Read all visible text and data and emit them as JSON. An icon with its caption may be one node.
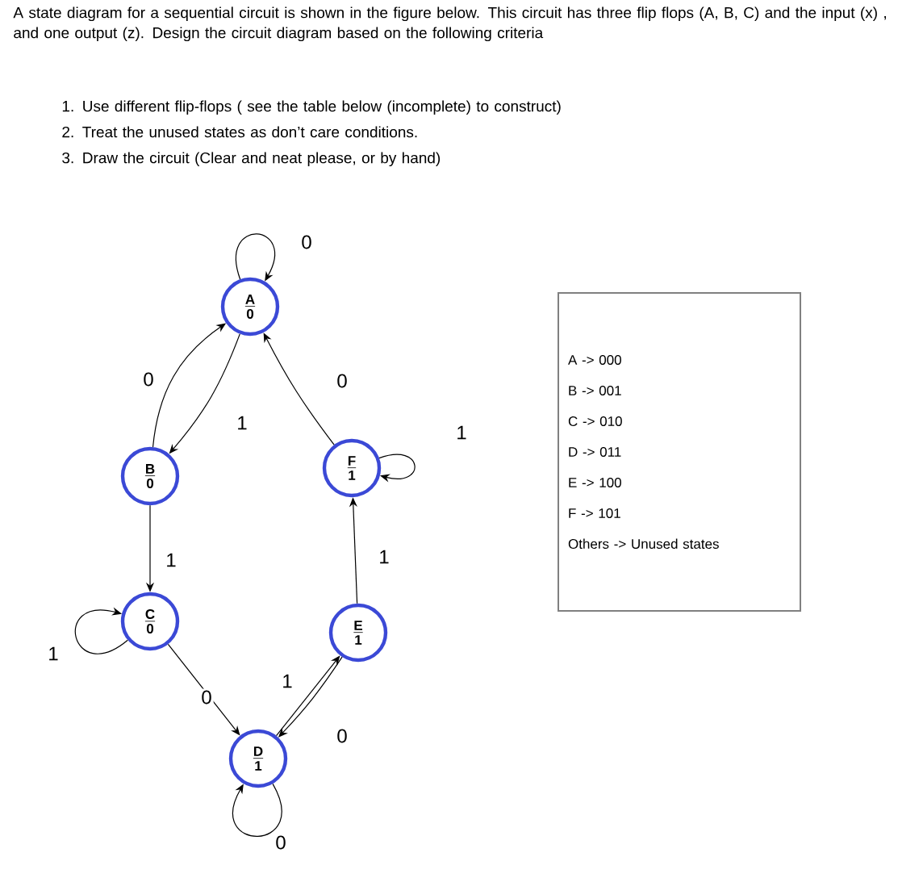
{
  "diagram": {
    "nodes": [
      {
        "text": [
          "A",
          "0"
        ]
      },
      {
        "text": [
          "B",
          "0"
        ]
      },
      {
        "text": [
          "C",
          "0"
        ]
      },
      {
        "text": [
          "D",
          "1"
        ]
      },
      {
        "text": [
          "E",
          "1"
        ]
      },
      {
        "text": [
          "F",
          "1"
        ]
      },
      {
        "text": [
          "A -> 000",
          "B -> 001",
          "C -> 010",
          "D -> 011",
          "E -> 100",
          "F -> 101",
          "Others -> Unused states"
        ]
      }
    ],
    "edges": [
      {
        "from": 0,
        "to": 0,
        "arrow": "to",
        "label": "0"
      },
      {
        "from": 1,
        "to": 0,
        "arrow": "to",
        "label": "0"
      },
      {
        "from": 0,
        "to": 1,
        "arrow": "to",
        "label": "1"
      },
      {
        "from": 5,
        "to": 0,
        "arrow": "to",
        "label": "0"
      },
      {
        "from": 5,
        "to": 5,
        "arrow": "to",
        "label": "1"
      },
      {
        "from": 1,
        "to": 2,
        "arrow": "to",
        "label": "1"
      },
      {
        "from": 2,
        "to": 2,
        "arrow": "to",
        "label": "1"
      },
      {
        "from": 2,
        "to": 3,
        "arrow": "to",
        "label": "0"
      },
      {
        "from": 3,
        "to": 4,
        "arrow": "to",
        "label": "1"
      },
      {
        "from": 4,
        "to": 3,
        "arrow": "to",
        "label": "0"
      },
      {
        "from": 4,
        "to": 5,
        "arrow": "to",
        "label": "1"
      },
      {
        "from": 3,
        "to": 3,
        "arrow": "to",
        "label": "0"
      }
    ],
    "labels": [
      "A state diagram for a sequential circuit is shown in the figure below. This circuit has three flip flops (A, B, C) and the input (x) , and one output (z). Design the circuit diagram based on the following criteria",
      "1. Use different flip-flops ( see the table below (incomplete) to construct)",
      "2. Treat the unused states as don’t care conditions.",
      "3. Draw the circuit (Clear and neat please, or by hand)"
    ]
  }
}
